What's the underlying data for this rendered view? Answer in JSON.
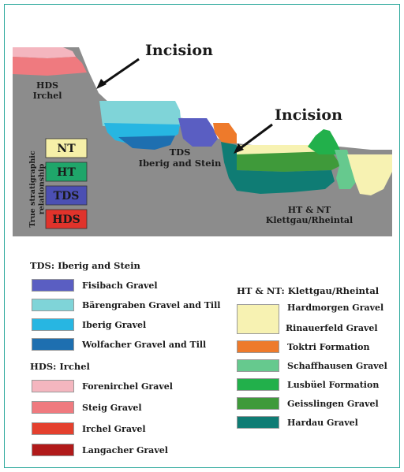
{
  "diagram": {
    "incision_labels": [
      "Incision",
      "Incision"
    ],
    "unit_labels": {
      "hds": "HDS\nIrchel",
      "tds": "TDS\nIberig and Stein",
      "ht_nt": "HT & NT\nKlettgau/Rheintal"
    },
    "stratigraphy": {
      "axis_label": "True stratigraphic\nrelationship",
      "boxes": [
        {
          "label": "NT",
          "color": "#f6f0a8"
        },
        {
          "label": "HT",
          "color": "#1fa66a"
        },
        {
          "label": "TDS",
          "color": "#4b4fb3"
        },
        {
          "label": "HDS",
          "color": "#e0332b"
        }
      ]
    }
  },
  "legend": {
    "tds": {
      "title": "TDS: Iberig and Stein",
      "items": [
        {
          "label": "Fisibach Gravel",
          "color": "#5a5ec2"
        },
        {
          "label": "Bärengraben Gravel and Till",
          "color": "#7fd4d8"
        },
        {
          "label": "Iberig Gravel",
          "color": "#27b6e2"
        },
        {
          "label": "Wolfacher Gravel and Till",
          "color": "#1e6fb0"
        }
      ]
    },
    "hds": {
      "title": "HDS: Irchel",
      "items": [
        {
          "label": "Forenirchel Gravel",
          "color": "#f4b6bf"
        },
        {
          "label": "Steig Gravel",
          "color": "#ef7a7f"
        },
        {
          "label": "Irchel Gravel",
          "color": "#e4402e"
        },
        {
          "label": "Langacher Gravel",
          "color": "#b11a1a"
        }
      ]
    },
    "ht_nt": {
      "title": "HT & NT: Klettgau/Rheintal",
      "items": [
        {
          "label": "Hardmorgen Gravel",
          "color": "#f7f2b2"
        },
        {
          "label": "Rinauerfeld Gravel",
          "color": ""
        },
        {
          "label": "Toktri Formation",
          "color": "#ee7a2b"
        },
        {
          "label": "Schaffhausen Gravel",
          "color": "#66c98e"
        },
        {
          "label": "Lusbüel Formation",
          "color": "#22b04b"
        },
        {
          "label": "Geisslingen Gravel",
          "color": "#3f9a3a"
        },
        {
          "label": "Hardau Gravel",
          "color": "#0f7c74"
        }
      ]
    }
  }
}
